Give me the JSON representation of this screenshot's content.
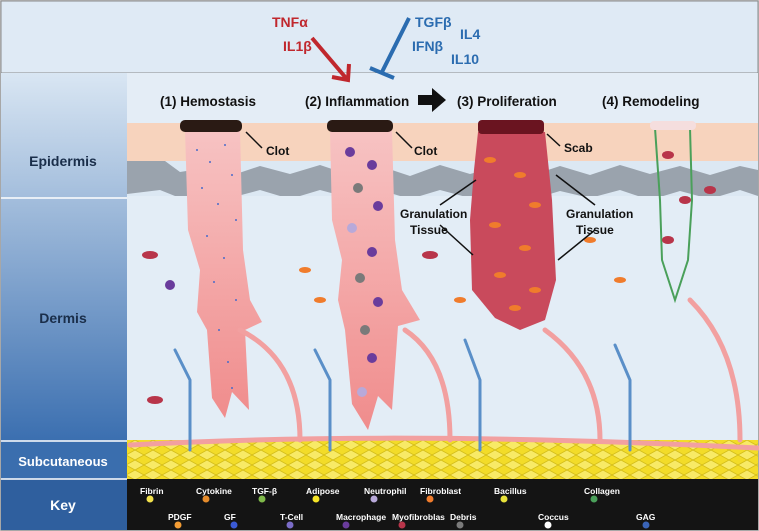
{
  "signals": {
    "pro_inflammatory": [
      "TNFα",
      "IL1β"
    ],
    "anti_inflammatory": [
      "TGFβ",
      "IFNβ",
      "IL4",
      "IL10"
    ],
    "colors": {
      "pro": "#c0272d",
      "anti": "#2b6cb0"
    }
  },
  "layers": [
    "Epidermis",
    "Dermis",
    "Subcutaneous",
    "Key"
  ],
  "stages": [
    "(1) Hemostasis",
    "(2) Inflammation",
    "(3) Proliferation",
    "(4) Remodeling"
  ],
  "annotations": {
    "clot_1": "Clot",
    "clot_2": "Clot",
    "scab": "Scab",
    "granulation_left": [
      "Granulation",
      "Tissue"
    ],
    "granulation_right": [
      "Granulation",
      "Tissue"
    ]
  },
  "key_items": [
    {
      "label": "Fibrin",
      "icon": "fibrin-icon",
      "color": "#f2e14c"
    },
    {
      "label": "PDGF",
      "icon": "pdgf-icon",
      "color": "#f39c34"
    },
    {
      "label": "Cytokine",
      "icon": "cytokine-icon",
      "color": "#e58b2b"
    },
    {
      "label": "GF",
      "icon": "gf-icon",
      "color": "#3b5bd6"
    },
    {
      "label": "TGF-β",
      "icon": "tgf-beta-icon",
      "color": "#7fb84a"
    },
    {
      "label": "T-Cell",
      "icon": "t-cell-icon",
      "color": "#7a6cc7"
    },
    {
      "label": "Adipose",
      "icon": "adipose-icon",
      "color": "#f5e426"
    },
    {
      "label": "Macrophage",
      "icon": "macrophage-icon",
      "color": "#6a3c9c"
    },
    {
      "label": "Neutrophil",
      "icon": "neutrophil-icon",
      "color": "#b8a9d9"
    },
    {
      "label": "Myofibroblas",
      "icon": "myofibroblast-icon",
      "color": "#b8354a"
    },
    {
      "label": "Fibroblast",
      "icon": "fibroblast-icon",
      "color": "#f07c2c"
    },
    {
      "label": "Debris",
      "icon": "debris-icon",
      "color": "#7a7a7a"
    },
    {
      "label": "Bacillus",
      "icon": "bacillus-icon",
      "color": "#e8e23a"
    },
    {
      "label": "Coccus",
      "icon": "coccus-icon",
      "color": "#ffffff"
    },
    {
      "label": "Collagen",
      "icon": "collagen-icon",
      "color": "#4aa05a"
    },
    {
      "label": "GAG",
      "icon": "gag-icon",
      "color": "#3a64b8"
    }
  ]
}
